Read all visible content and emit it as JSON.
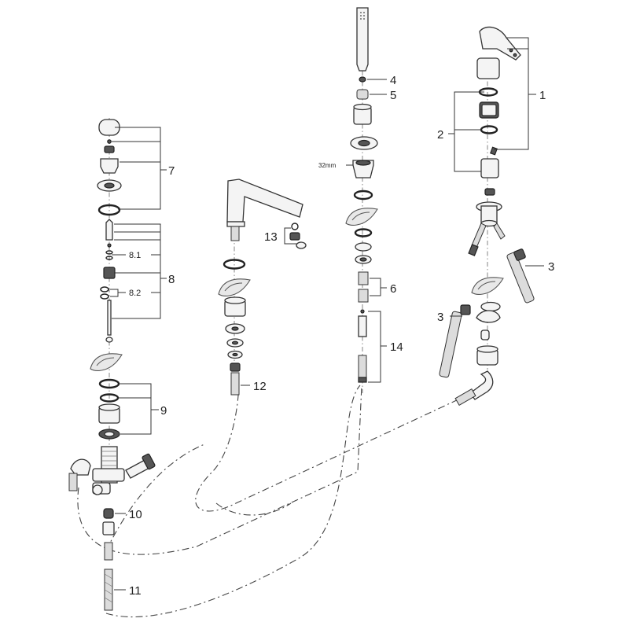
{
  "callouts": {
    "c1": "1",
    "c2": "2",
    "c3a": "3",
    "c3b": "3",
    "c4": "4",
    "c5": "5",
    "c6": "6",
    "c7": "7",
    "c8": "8",
    "c8_1": "8.1",
    "c8_2": "8.2",
    "c9": "9",
    "c10": "10",
    "c11": "11",
    "c12": "12",
    "c13": "13",
    "c14": "14"
  },
  "dimension": "32mm"
}
